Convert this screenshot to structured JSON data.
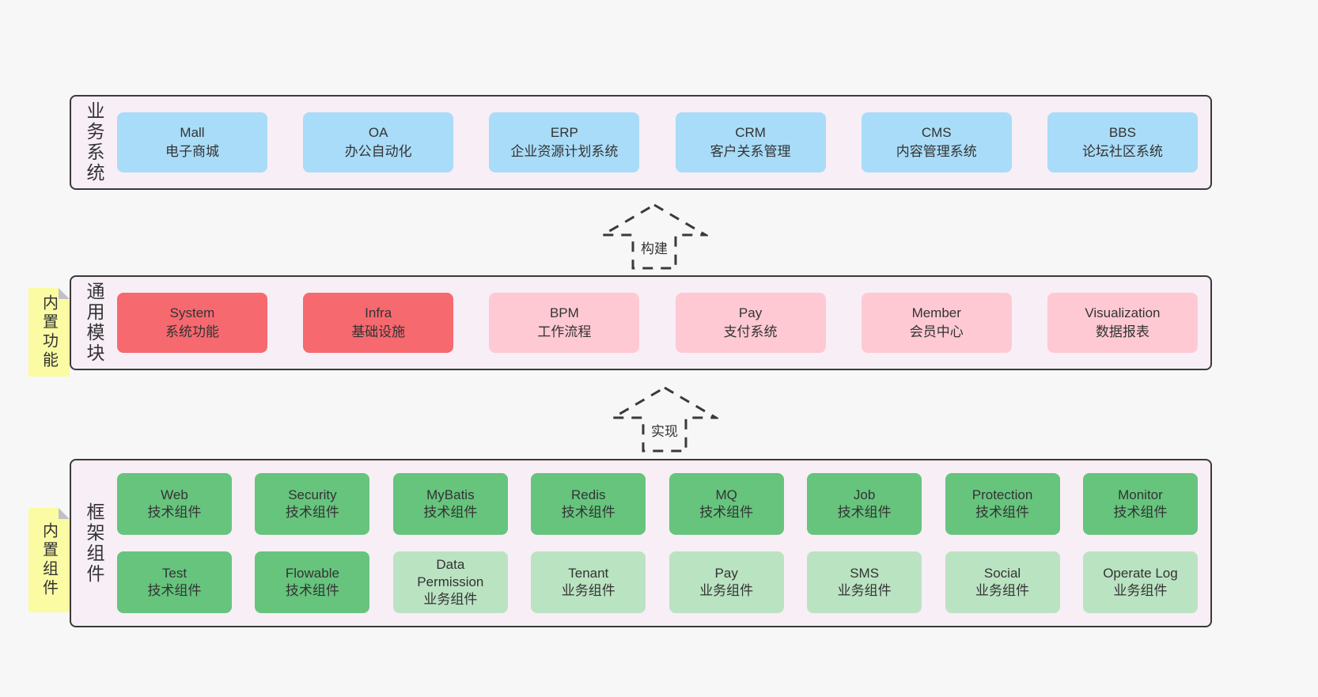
{
  "colors": {
    "page_bg": "#f7f7f7",
    "band_bg": "#f8eef6",
    "band_border": "#3a3a3a",
    "text": "#333333",
    "arrow_stroke": "#3a3a3a",
    "sticky_bg": "#fbfba3",
    "sticky_fold": "#c0c0c6",
    "blue": "#a9dcf8",
    "red": "#f6696f",
    "pink": "#ffc9d3",
    "green": "#66c47d",
    "lightgreen": "#bae3c2"
  },
  "arrows": [
    {
      "label": "构建"
    },
    {
      "label": "实现"
    }
  ],
  "sections": [
    {
      "id": "business-systems",
      "label": "业务系统",
      "sticky": null,
      "rows": [
        [
          {
            "name": "Mall",
            "desc": "电子商城",
            "variant": "blue"
          },
          {
            "name": "OA",
            "desc": "办公自动化",
            "variant": "blue"
          },
          {
            "name": "ERP",
            "desc": "企业资源计划系统",
            "variant": "blue"
          },
          {
            "name": "CRM",
            "desc": "客户关系管理",
            "variant": "blue"
          },
          {
            "name": "CMS",
            "desc": "内容管理系统",
            "variant": "blue"
          },
          {
            "name": "BBS",
            "desc": "论坛社区系统",
            "variant": "blue"
          }
        ]
      ]
    },
    {
      "id": "common-modules",
      "label": "通用模块",
      "sticky": "内置功能",
      "rows": [
        [
          {
            "name": "System",
            "desc": "系统功能",
            "variant": "red"
          },
          {
            "name": "Infra",
            "desc": "基础设施",
            "variant": "red"
          },
          {
            "name": "BPM",
            "desc": "工作流程",
            "variant": "pink"
          },
          {
            "name": "Pay",
            "desc": "支付系统",
            "variant": "pink"
          },
          {
            "name": "Member",
            "desc": "会员中心",
            "variant": "pink"
          },
          {
            "name": "Visualization",
            "desc": "数据报表",
            "variant": "pink"
          }
        ]
      ]
    },
    {
      "id": "framework-components",
      "label": "框架组件",
      "sticky": "内置组件",
      "rows": [
        [
          {
            "name": "Web",
            "desc": "技术组件",
            "variant": "green"
          },
          {
            "name": "Security",
            "desc": "技术组件",
            "variant": "green"
          },
          {
            "name": "MyBatis",
            "desc": "技术组件",
            "variant": "green"
          },
          {
            "name": "Redis",
            "desc": "技术组件",
            "variant": "green"
          },
          {
            "name": "MQ",
            "desc": "技术组件",
            "variant": "green"
          },
          {
            "name": "Job",
            "desc": "技术组件",
            "variant": "green"
          },
          {
            "name": "Protection",
            "desc": "技术组件",
            "variant": "green"
          },
          {
            "name": "Monitor",
            "desc": "技术组件",
            "variant": "green"
          }
        ],
        [
          {
            "name": "Test",
            "desc": "技术组件",
            "variant": "green"
          },
          {
            "name": "Flowable",
            "desc": "技术组件",
            "variant": "green"
          },
          {
            "name": "Data Permission",
            "desc": "业务组件",
            "variant": "lightgreen"
          },
          {
            "name": "Tenant",
            "desc": "业务组件",
            "variant": "lightgreen"
          },
          {
            "name": "Pay",
            "desc": "业务组件",
            "variant": "lightgreen"
          },
          {
            "name": "SMS",
            "desc": "业务组件",
            "variant": "lightgreen"
          },
          {
            "name": "Social",
            "desc": "业务组件",
            "variant": "lightgreen"
          },
          {
            "name": "Operate Log",
            "desc": "业务组件",
            "variant": "lightgreen"
          }
        ]
      ]
    }
  ]
}
